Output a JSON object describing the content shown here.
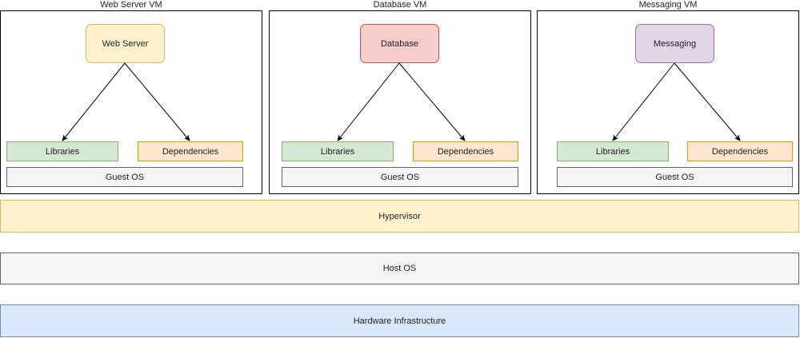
{
  "diagram": {
    "vms": [
      {
        "title": "Web Server VM",
        "app": "Web Server",
        "libraries": "Libraries",
        "dependencies": "Dependencies",
        "guest_os": "Guest OS",
        "app_fill": "#fff2cc",
        "app_stroke": "#d6b656"
      },
      {
        "title": "Database VM",
        "app": "Database",
        "libraries": "Libraries",
        "dependencies": "Dependencies",
        "guest_os": "Guest OS",
        "app_fill": "#f8cecc",
        "app_stroke": "#b85450"
      },
      {
        "title": "Messaging VM",
        "app": "Messaging",
        "libraries": "Libraries",
        "dependencies": "Dependencies",
        "guest_os": "Guest OS",
        "app_fill": "#e1d5e7",
        "app_stroke": "#9673a6"
      }
    ],
    "layers": {
      "hypervisor": "Hypervisor",
      "host_os": "Host OS",
      "hardware": "Hardware Infrastructure"
    },
    "colors": {
      "libraries_fill": "#d5e8d4",
      "libraries_stroke": "#82b366",
      "dependencies_fill": "#ffe6cc",
      "dependencies_stroke": "#d79b00",
      "guest_os_fill": "#f5f5f5",
      "guest_os_stroke": "#666666",
      "hypervisor_fill": "#fff2cc",
      "hypervisor_stroke": "#d6b656",
      "host_os_fill": "#f5f5f5",
      "host_os_stroke": "#666666",
      "hardware_fill": "#dae8fc",
      "hardware_stroke": "#6c8ebf"
    }
  }
}
